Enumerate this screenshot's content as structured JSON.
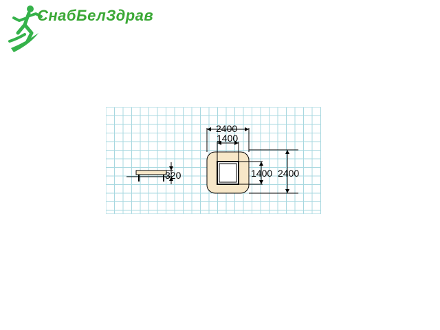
{
  "brand": {
    "name": "СнабБелЗдрав",
    "logo_icon": "running-figure-on-skateboard",
    "colors": {
      "text": "#3aa835",
      "swoosh": "#35b24a"
    }
  },
  "drawing": {
    "grid_color": "#a8d8e0",
    "pad_color": "#f7e7c8",
    "side_view": {
      "height_label": "320"
    },
    "top_view": {
      "outer_width_label": "2400",
      "inner_width_label": "1400",
      "inner_height_label": "1400",
      "outer_height_label": "2400"
    }
  }
}
